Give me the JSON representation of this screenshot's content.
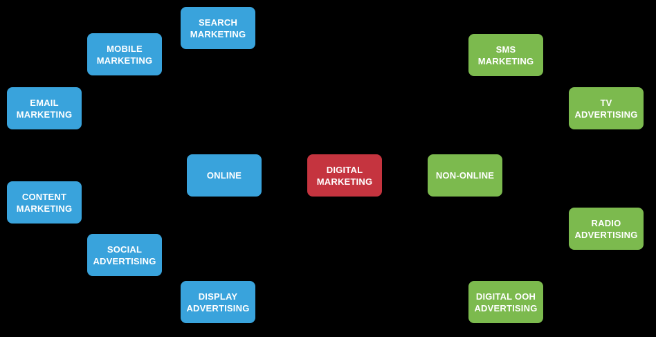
{
  "diagram": {
    "type": "mind-map",
    "topic": "Digital Marketing",
    "colors": {
      "background": "#000000",
      "center_node": "#c5343f",
      "online_branch": "#39a3dc",
      "non_online_branch": "#7cba4e",
      "node_text": "#ffffff",
      "connector": "#000000"
    },
    "nodes": {
      "digital_marketing": {
        "label": "DIGITAL MARKETING",
        "role": "root"
      },
      "online": {
        "label": "ONLINE",
        "role": "branch"
      },
      "non_online": {
        "label": "NON-ONLINE",
        "role": "branch"
      },
      "search_marketing": {
        "label": "SEARCH MARKETING",
        "role": "leaf"
      },
      "mobile_marketing": {
        "label": "MOBILE MARKETING",
        "role": "leaf"
      },
      "email_marketing": {
        "label": "EMAIL MARKETING",
        "role": "leaf"
      },
      "content_marketing": {
        "label": "CONTENT MARKETING",
        "role": "leaf"
      },
      "social_advertising": {
        "label": "SOCIAL ADVERTISING",
        "role": "leaf"
      },
      "display_advertising": {
        "label": "DISPLAY ADVERTISING",
        "role": "leaf"
      },
      "sms_marketing": {
        "label": "SMS MARKETING",
        "role": "leaf"
      },
      "tv_advertising": {
        "label": "TV ADVERTISING",
        "role": "leaf"
      },
      "radio_advertising": {
        "label": "RADIO ADVERTISING",
        "role": "leaf"
      },
      "digital_ooh_advertising": {
        "label": "DIGITAL OOH ADVERTISING",
        "role": "leaf"
      }
    },
    "edges": [
      [
        "digital_marketing",
        "online"
      ],
      [
        "digital_marketing",
        "non_online"
      ],
      [
        "online",
        "search_marketing"
      ],
      [
        "online",
        "mobile_marketing"
      ],
      [
        "online",
        "email_marketing"
      ],
      [
        "online",
        "content_marketing"
      ],
      [
        "online",
        "social_advertising"
      ],
      [
        "online",
        "display_advertising"
      ],
      [
        "non_online",
        "sms_marketing"
      ],
      [
        "non_online",
        "tv_advertising"
      ],
      [
        "non_online",
        "radio_advertising"
      ],
      [
        "non_online",
        "digital_ooh_advertising"
      ]
    ]
  }
}
